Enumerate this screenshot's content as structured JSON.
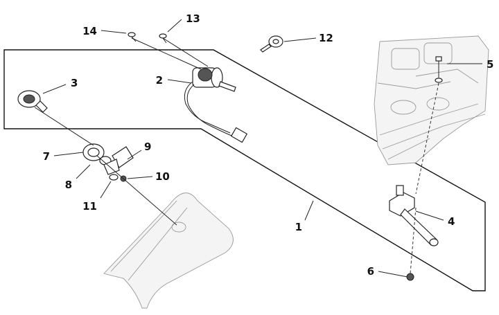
{
  "callouts": {
    "c1": "1",
    "c2": "2",
    "c3": "3",
    "c4": "4",
    "c5": "5",
    "c6": "6",
    "c7": "7",
    "c8": "8",
    "c9": "9",
    "c10": "10",
    "c11": "11",
    "c12": "12",
    "c13": "13",
    "c14": "14"
  },
  "colors": {
    "line": "#222222",
    "background": "#ffffff",
    "faint": "#9a9a9a"
  }
}
